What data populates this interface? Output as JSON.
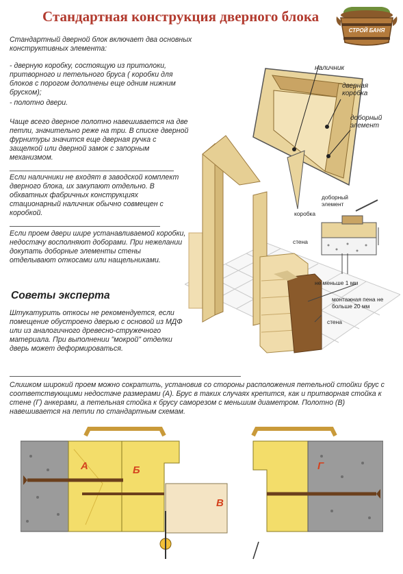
{
  "title": "Стандартная конструкция дверного блока",
  "logo": {
    "text": "СТРОЙ БАНЯ"
  },
  "intro": "Стандартный дверной блок включает два основных конструктивных элемента:",
  "list": [
    "- дверную коробку, состоящую из притолоки, притворного и петельного бруса ( коробки для блоков с порогом дополнены еще одним нижним бруском);",
    "- полотно двери."
  ],
  "para2": "Чаще всего дверное полотно навешивается на две петли, значительно реже на три. В списке дверной фурнитуры значится еще дверная ручка с защелкой или дверной замок с запорным механизмом.",
  "para3": "Если наличники не входят в заводской комплект дверного блока, их закупают отдельно. В обхватных фабричных конструкциях стационарный наличник обычно совмещен с коробкой.",
  "para4": "Если проем двери шире устанавливаемой коробки, недостачу восполняют доборами. При нежелании докупать доборные элементы стены отделывают откосами или нащельниками.",
  "expert_heading": "Советы эксперта",
  "para5": "Штукатурить откосы не рекомендуется, если помещение обустроено дверью с основой из МДФ или из аналогичного древесно-стружечного материала. При выполнении \"мокрой\" отделки дверь может деформироваться.",
  "para6": "Слишком широкий проем можно сократить, установив со стороны расположения петельной стойки брус с соответствующими недостаче размерами (А). Брус в таких случаях крепится, как и притворная стойка к стене (Г) анкерами, а петельная стойка к брусу саморезом с меньшим диаметром. Полотно (В) навешивается на петли по стандартным схемам.",
  "labels": {
    "nalichnik": "наличник",
    "korobka_top": "дверная коробка",
    "dobor_top": "доборный элемент",
    "dobor_small": "доборный элемент",
    "korobka_small": "коробка",
    "stena_small": "стена",
    "min1": "не меньше 1 мм",
    "foam": "монтажная пена не больше 20 мм",
    "stena_big": "стена"
  },
  "diagram_letters": {
    "a": "А",
    "b": "Б",
    "v": "В",
    "g": "Г"
  },
  "colors": {
    "title": "#b23a2e",
    "wood": "#e9d49c",
    "wall": "#9b9b9b",
    "letters": "#d4421e"
  }
}
